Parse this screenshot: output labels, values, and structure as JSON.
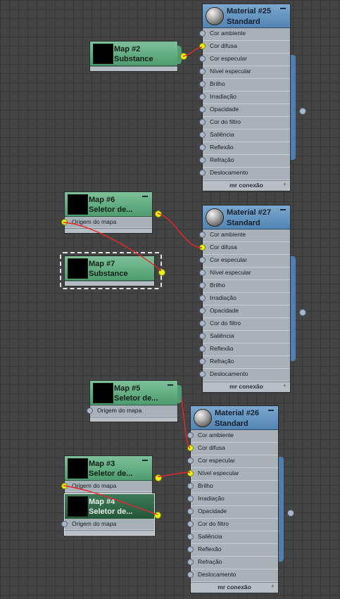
{
  "materials": [
    {
      "title": "Material #25",
      "subtitle": "Standard",
      "slots": [
        "Cor ambiente",
        "Cor difusa",
        "Cor especular",
        "Nível especular",
        "Brilho",
        "Irradiação",
        "Opacidade",
        "Cor do filtro",
        "Saliência",
        "Reflexão",
        "Refração",
        "Deslocamento"
      ],
      "footer": "mr conexão"
    },
    {
      "title": "Material #27",
      "subtitle": "Standard",
      "slots": [
        "Cor ambiente",
        "Cor difusa",
        "Cor especular",
        "Nível especular",
        "Brilho",
        "Irradiação",
        "Opacidade",
        "Cor do filtro",
        "Saliência",
        "Reflexão",
        "Refração",
        "Deslocamento"
      ],
      "footer": "mr conexão"
    },
    {
      "title": "Material #26",
      "subtitle": "Standard",
      "slots": [
        "Cor ambiente",
        "Cor difusa",
        "Cor especular",
        "Nível especular",
        "Brilho",
        "Irradiação",
        "Opacidade",
        "Cor do filtro",
        "Saliência",
        "Reflexão",
        "Refração",
        "Deslocamento"
      ],
      "footer": "mr conexão"
    }
  ],
  "maps": {
    "map2": {
      "title": "Map #2",
      "subtitle": "Substance"
    },
    "map6": {
      "title": "Map #6",
      "subtitle": "Seletor de...",
      "input": "Origem do mapa"
    },
    "map7": {
      "title": "Map #7",
      "subtitle": "Substance"
    },
    "map5": {
      "title": "Map #5",
      "subtitle": "Seletor de...",
      "input": "Origem do mapa"
    },
    "map3": {
      "title": "Map #3",
      "subtitle": "Seletor de...",
      "input": "Origem do mapa"
    },
    "map4": {
      "title": "Map #4",
      "subtitle": "Seletor de...",
      "input": "Origem do mapa"
    }
  },
  "colors": {
    "wire": "#e8262a",
    "material_header": "#5f8fbd",
    "map_header": "#5aa87c",
    "active_socket": "#e8f21a"
  }
}
